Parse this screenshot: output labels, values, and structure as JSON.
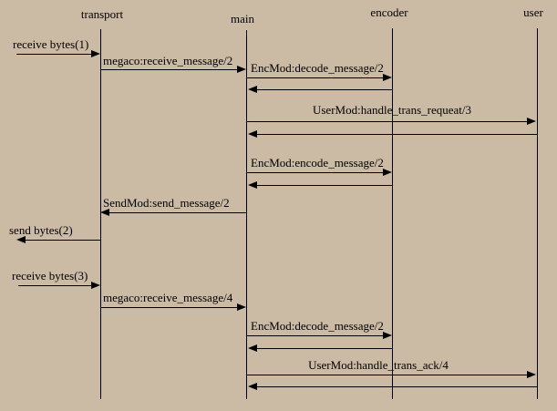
{
  "diagram": {
    "type": "message-sequence-chart",
    "background_color": "#cbbba4",
    "line_color": "#000000",
    "actors": [
      {
        "name": "transport"
      },
      {
        "name": "main"
      },
      {
        "name": "encoder"
      },
      {
        "name": "user"
      }
    ],
    "messages": [
      {
        "label": "receive bytes(1)",
        "from": "external-left",
        "to": "transport"
      },
      {
        "label": "megaco:receive_message/2",
        "from": "transport",
        "to": "main"
      },
      {
        "label": "EncMod:decode_message/2",
        "from": "main",
        "to": "encoder"
      },
      {
        "label": "",
        "from": "encoder",
        "to": "main"
      },
      {
        "label": "UserMod:handle_trans_requeat/3",
        "from": "main",
        "to": "user"
      },
      {
        "label": "",
        "from": "user",
        "to": "main"
      },
      {
        "label": "EncMod:encode_message/2",
        "from": "main",
        "to": "encoder"
      },
      {
        "label": "",
        "from": "encoder",
        "to": "main"
      },
      {
        "label": "SendMod:send_message/2",
        "from": "main",
        "to": "transport"
      },
      {
        "label": "send bytes(2)",
        "from": "transport",
        "to": "external-left"
      },
      {
        "label": "receive bytes(3)",
        "from": "external-left",
        "to": "transport"
      },
      {
        "label": "megaco:receive_message/4",
        "from": "transport",
        "to": "main"
      },
      {
        "label": "EncMod:decode_message/2",
        "from": "main",
        "to": "encoder"
      },
      {
        "label": "",
        "from": "encoder",
        "to": "main"
      },
      {
        "label": "UserMod:handle_trans_ack/4",
        "from": "main",
        "to": "user"
      },
      {
        "label": "",
        "from": "user",
        "to": "main"
      }
    ]
  }
}
